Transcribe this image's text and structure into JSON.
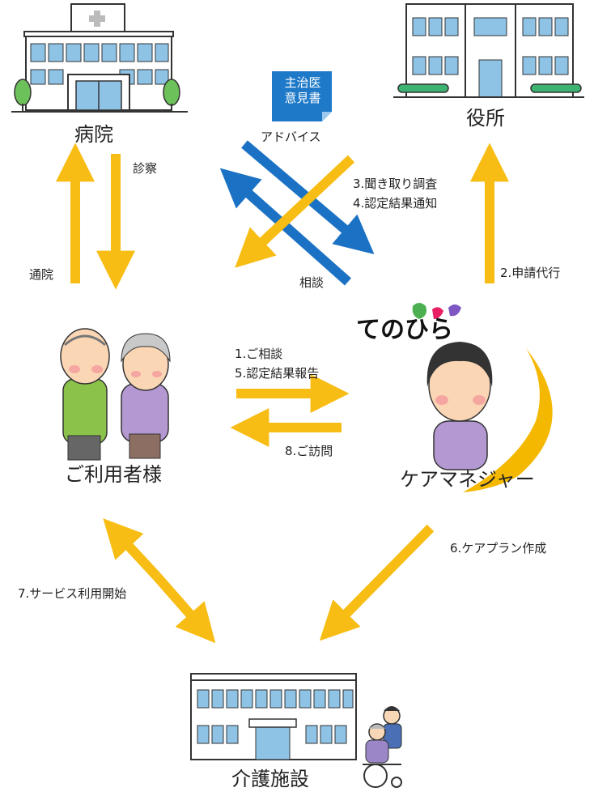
{
  "nodes": {
    "hospital": "病院",
    "city_office": "役所",
    "users": "ご利用者様",
    "care_manager": "ケアマネジャー",
    "care_facility": "介護施設"
  },
  "doctor_opinion_badge": "主治医\n意見書",
  "logo": "てのひら",
  "flows": {
    "examination": "診察",
    "hospital_visit": "通院",
    "advice": "アドバイス",
    "consultation": "相談",
    "survey": "3.聞き取り調査",
    "result_notice": "4.認定結果通知",
    "proxy_application": "2.申請代行",
    "user_consult": "1.ご相談",
    "result_report": "5.認定結果報告",
    "visit": "8.ご訪問",
    "care_plan": "6.ケアプラン作成",
    "service_start": "7.サービス利用開始"
  },
  "colors": {
    "arrow_yellow": "#F8BD14",
    "arrow_blue": "#1B72C4",
    "building_window": "#8EC3E6",
    "tree_green": "#6DC15A",
    "crescent": "#F5B800"
  }
}
